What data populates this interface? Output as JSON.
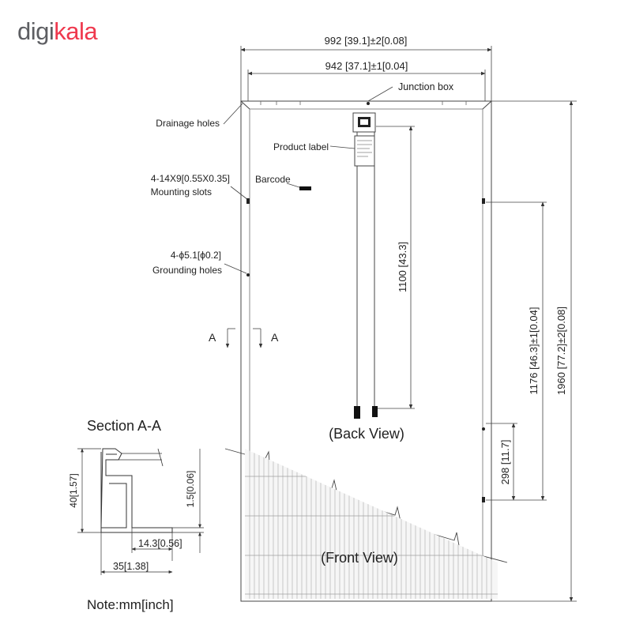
{
  "brand": {
    "part1": "digi",
    "part2": "kala",
    "color_gray": "#5d5e62",
    "color_red": "#ef394e"
  },
  "dimensions": {
    "overall_width": "992 [39.1]±2[0.08]",
    "inner_width": "942 [37.1]±1[0.04]",
    "overall_height": "1960 [77.2]±2[0.08]",
    "mount_spacing": "1176 [46.3]±1[0.04]",
    "cable_length": "1100 [43.3]",
    "bottom_offset": "298 [11.7]",
    "section_height": "40[1.57]",
    "wall_thickness": "1.5[0.06]",
    "flange_width": "14.3[0.56]",
    "frame_width": "35[1.38]"
  },
  "labels": {
    "junction_box": "Junction box",
    "drainage_holes": "Drainage holes",
    "product_label": "Product label",
    "mounting_slots_dim": "4-14X9[0.55X0.35]",
    "mounting_slots": "Mounting slots",
    "barcode": "Barcode",
    "grounding_holes_dim": "4-ϕ5.1[ϕ0.2]",
    "grounding_holes": "Grounding holes",
    "section_mark_left": "A",
    "section_mark_right": "A",
    "back_view": "(Back View)",
    "front_view": "(Front View)",
    "section_title": "Section A-A",
    "note": "Note:mm[inch]"
  }
}
